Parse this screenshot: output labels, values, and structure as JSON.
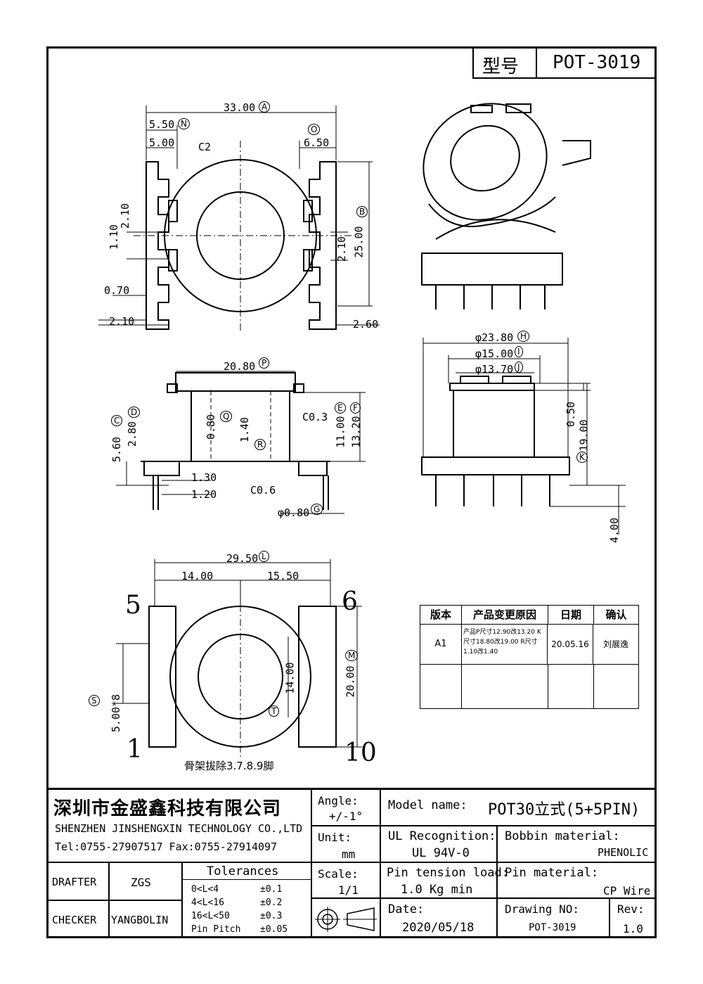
{
  "model_box": {
    "label": "型号",
    "value": "POT-3019"
  },
  "top_view": {
    "dims": {
      "overall_width": "33.00",
      "overall_width_tag": "A",
      "n_dim": "5.50",
      "n_tag": "N",
      "c2_left": "5.00",
      "c2_label": "C2",
      "o_dim": "6.50",
      "o_tag": "O",
      "height": "25.00",
      "height_tag": "B",
      "left_2_10_top": "2.10",
      "left_1_10": "1.10",
      "right_2_10": "2.10",
      "left_0_70": "0.70",
      "bottom_left_2_10": "2.10",
      "bottom_right_2_60": "2.60"
    }
  },
  "side_view": {
    "dims": {
      "width": "20.80",
      "width_tag": "P",
      "q_dim": "0.80",
      "q_tag": "Q",
      "r_dim": "1.40",
      "r_tag": "R",
      "c03": "C0.3",
      "e_dim": "11.00",
      "e_tag": "E",
      "f_dim": "13.20",
      "f_tag": "F",
      "c_dim": "5.60",
      "c_tag": "C",
      "d_dim": "2.80",
      "d_tag": "D",
      "dim_1_30": "1.30",
      "dim_1_20": "1.20",
      "c06": "C0.6",
      "pin_dia": "φ0.80",
      "pin_tag": "G"
    }
  },
  "front_view": {
    "dims": {
      "h_dim": "φ23.80",
      "h_tag": "H",
      "i_dim": "φ15.00",
      "i_tag": "I",
      "j_dim": "φ13.70",
      "j_tag": "J",
      "d050": "0.50",
      "k_dim": "19.00",
      "k_tag": "K",
      "d400": "4.00"
    }
  },
  "bottom_view": {
    "dims": {
      "l_dim": "29.50",
      "l_tag": "L",
      "d14": "14.00",
      "d1550": "15.50",
      "m_dim": "20.00",
      "m_tag": "M",
      "t_dim": "14.00",
      "t_tag": "T",
      "s_dim": "5.00*8",
      "s_tag": "S"
    },
    "pins": {
      "p5": "5",
      "p6": "6",
      "p1": "1",
      "p10": "10"
    },
    "note": "骨架拔除3.7.8.9脚"
  },
  "revision_table": {
    "headers": [
      "版本",
      "产品变更原因",
      "日期",
      "确认"
    ],
    "rows": [
      {
        "version": "A1",
        "reason_l1": "产品P尺寸12.90改13.20 K",
        "reason_l2": "尺寸18.80改19.00 R尺寸",
        "reason_l3": "1.10改1.40",
        "date": "20.05.16",
        "confirm": "刘展逸"
      }
    ]
  },
  "title_block": {
    "company_cn": "深圳市金盛鑫科技有限公司",
    "company_en": "SHENZHEN JINSHENGXIN TECHNOLOGY CO.,LTD",
    "contact": "Tel:0755-27907517   Fax:0755-27914097",
    "angle_label": "Angle:",
    "angle_value": "+/-1°",
    "unit_label": "Unit:",
    "unit_value": "mm",
    "scale_label": "Scale:",
    "scale_value": "1/1",
    "model_label": "Model name:",
    "model_value": "POT30立式(5+5PIN)",
    "ul_label": "UL Recognition:",
    "ul_value": "UL 94V-0",
    "bobbin_label": "Bobbin material:",
    "bobbin_value": "PHENOLIC",
    "pin_load_label": "Pin tension load:",
    "pin_load_value": "1.0 Kg min",
    "pin_mat_label": "Pin material:",
    "pin_mat_value": "CP Wire",
    "date_label": "Date:",
    "date_value": "2020/05/18",
    "drawing_label": "Drawing NO:",
    "drawing_value": "POT-3019",
    "rev_label": "Rev:",
    "rev_value": "1.0",
    "drafter_label": "DRAFTER",
    "drafter_value": "ZGS",
    "checker_label": "CHECKER",
    "checker_value": "YANGBOLIN",
    "tolerances_title": "Tolerances",
    "tolerances": [
      {
        "range": "0<L<4",
        "value": "±0.1"
      },
      {
        "range": "4<L<16",
        "value": "±0.2"
      },
      {
        "range": "16<L<50",
        "value": "±0.3"
      },
      {
        "range": "Pin Pitch",
        "value": "±0.05"
      }
    ]
  }
}
